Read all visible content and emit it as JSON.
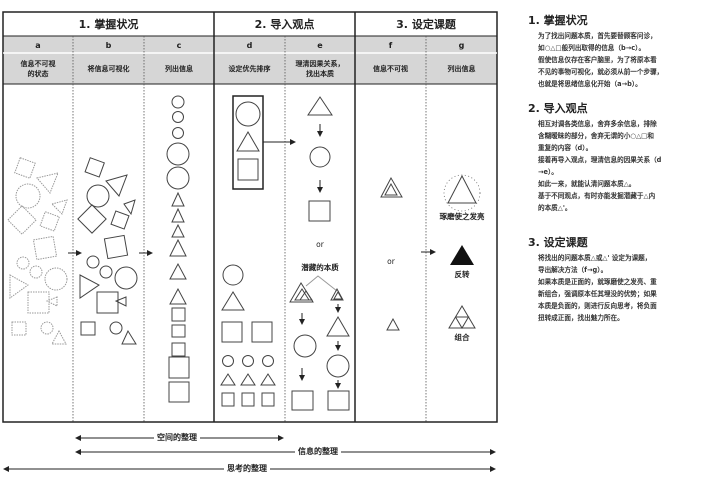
{
  "sections": [
    {
      "title": "1. 掌握状况"
    },
    {
      "title": "2. 导入观点"
    },
    {
      "title": "3. 设定课题"
    }
  ],
  "columns": [
    {
      "letter": "a",
      "desc": "信息不可视\n的状态"
    },
    {
      "letter": "b",
      "desc": "将信息可视化"
    },
    {
      "letter": "c",
      "desc": "列出信息"
    },
    {
      "letter": "d",
      "desc": "设定优先排序"
    },
    {
      "letter": "e",
      "desc": "理清因果关系，\n找出本质"
    },
    {
      "letter": "f",
      "desc": "信息不可视"
    },
    {
      "letter": "g",
      "desc": "列出信息"
    }
  ],
  "figure_labels": {
    "or_e": "or",
    "hidden_essence": "潜藏的本质",
    "or_f": "or",
    "polish": "琢磨使之发亮",
    "reverse": "反转",
    "combine": "组合"
  },
  "bottom_ranges": [
    {
      "label": "空间的整理"
    },
    {
      "label": "信息的整理"
    },
    {
      "label": "思考的整理"
    }
  ],
  "notes": [
    {
      "title": "1. 掌握状况",
      "lines": [
        "为了找出问题本质，首先要替顾客问诊，",
        "如○△□般列出取得的信息（b→c）。",
        "假使信息仅存在客户脑里，为了将原本看",
        "不见的事物可视化，就必须从前一个步骤，",
        "也就是将思绪信息化开始（a→b）。"
      ]
    },
    {
      "title": "2. 导入观点",
      "lines": [
        "相互对调各类信息，舍弃多余信息，排除",
        "含糊暧昧的部分，舍弃无谓的小○△□和",
        "重复的内容（d）。",
        "接着再导入观点，理清信息的因果关系（d",
        "→e）。",
        "如此一来，就能认清问题本质△。",
        "基于不同观点，有时亦能发掘潜藏于△内",
        "的本质△'。"
      ]
    },
    {
      "title": "3. 设定课题",
      "lines": [
        "将找出的问题本质△或△' 设定为课题，",
        "导出解决方法（f→g）。",
        "如果本质是正面的，就琢磨使之发亮、重",
        "新组合，强调原本任其埋没的优势；如果",
        "本质是负面的，则进行反向思考，将负面",
        "扭转成正面，找出魅力所在。"
      ]
    }
  ],
  "colors": {
    "header_bg": "#d9d9d9",
    "line": "#222222",
    "faded": "#9a9a9a",
    "shape": "#444444"
  }
}
